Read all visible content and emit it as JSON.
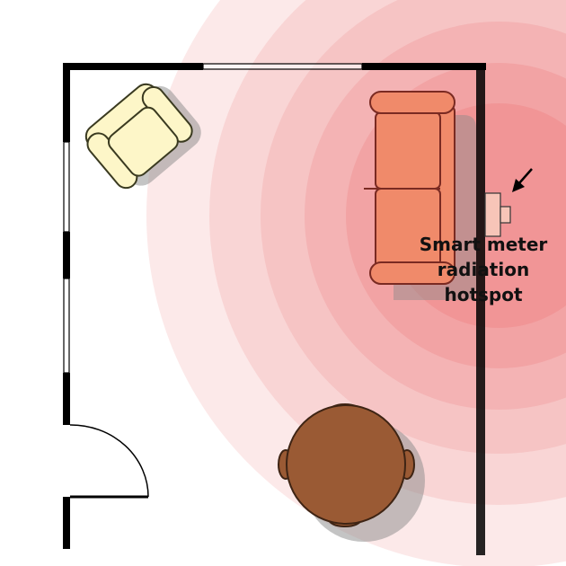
{
  "annotation": {
    "lines": [
      "Smart meter",
      "radiation",
      "hotspot"
    ]
  },
  "colors": {
    "wall": "#000000",
    "radiation": "#e8474a",
    "sofa_fill": "#f08a6a",
    "sofa_stroke": "#7a2a22",
    "armchair_fill": "#fdf6c8",
    "armchair_stroke": "#3a3a20",
    "table_fill": "#9a5a34",
    "table_stroke": "#3e2414",
    "shadow": "#8a8a8a"
  },
  "icons": {
    "arrow": "arrow-down-left-icon",
    "meter": "smart-meter-icon"
  }
}
